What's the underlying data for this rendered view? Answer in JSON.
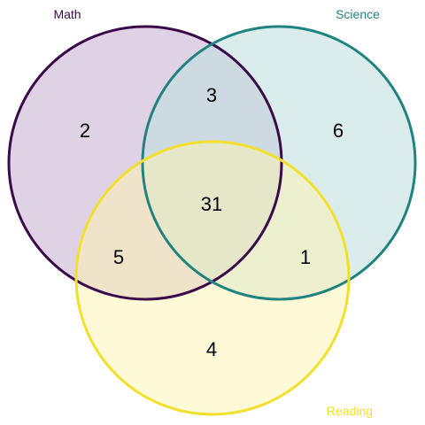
{
  "diagram": {
    "type": "venn3",
    "sets": [
      {
        "name": "Math",
        "color": "#3b0a4a",
        "fill": "#e1d5e5"
      },
      {
        "name": "Science",
        "color": "#21837f",
        "fill": "#dcebec"
      },
      {
        "name": "Reading",
        "color": "#f3e02d",
        "fill": "#fefbdd"
      }
    ],
    "regions": {
      "math_only": "2",
      "science_only": "6",
      "reading_only": "4",
      "math_science": "3",
      "math_reading": "5",
      "science_reading": "1",
      "all_three": "31"
    }
  }
}
